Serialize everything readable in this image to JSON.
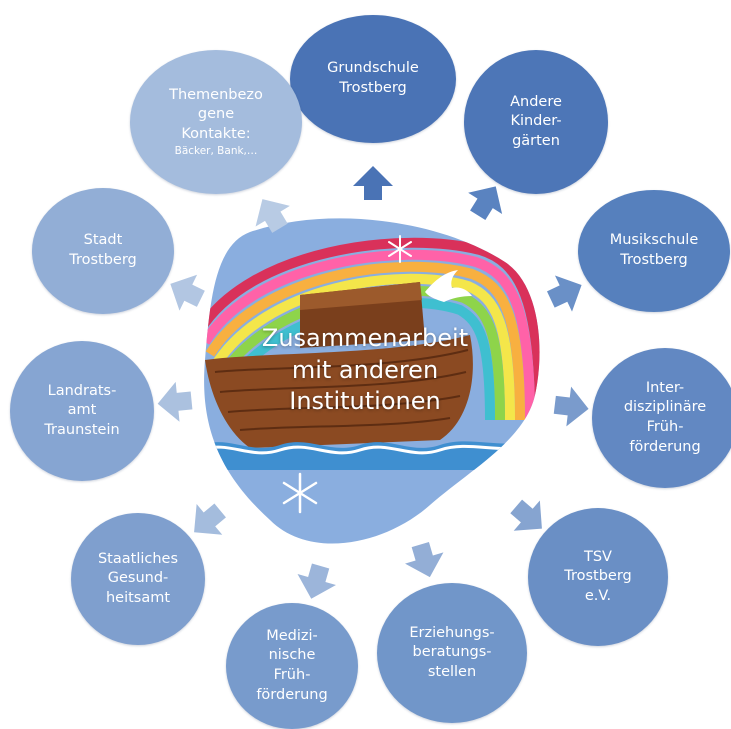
{
  "center": {
    "title_lines": [
      "Zusammenarbeit",
      "mit anderen",
      "Institutionen"
    ]
  },
  "nodes": [
    {
      "id": "grundschule",
      "lines": [
        "Grundschule",
        "Trostberg"
      ],
      "color": "#4a73b5"
    },
    {
      "id": "andere-kindergaerten",
      "lines": [
        "Andere",
        "Kinder-",
        "gärten"
      ],
      "color": "#4d76b7"
    },
    {
      "id": "musikschule",
      "lines": [
        "Musikschule",
        "Trostberg"
      ],
      "color": "#5680bd"
    },
    {
      "id": "fruehfoerderung-interdisziplinaer",
      "lines": [
        "Inter-",
        "disziplinäre",
        "Früh-",
        "förderung"
      ],
      "color": "#6288c2"
    },
    {
      "id": "tsv",
      "lines": [
        "TSV",
        "Trostberg",
        "e.V."
      ],
      "color": "#6a8fc5"
    },
    {
      "id": "erziehungsberatung",
      "lines": [
        "Erziehungs-",
        "beratungs-",
        "stellen"
      ],
      "color": "#7196c9"
    },
    {
      "id": "medizinische-fruehfoerderung",
      "lines": [
        "Medizi-",
        "nische",
        "Früh-",
        "förderung"
      ],
      "color": "#789bcc"
    },
    {
      "id": "gesundheitsamt",
      "lines": [
        "Staatliches",
        "Gesund-",
        "heitsamt"
      ],
      "color": "#7f9fce"
    },
    {
      "id": "landratsamt",
      "lines": [
        "Landrats-",
        "amt",
        "Traunstein"
      ],
      "color": "#86a5d2"
    },
    {
      "id": "stadt",
      "lines": [
        "Stadt",
        "Trostberg"
      ],
      "color": "#92aed6"
    },
    {
      "id": "themenbezogene-kontakte",
      "lines": [
        "Themenbezo",
        "gene",
        "Kontakte:",
        "Bäcker, Bank,…"
      ],
      "color": "#a4bcdd"
    }
  ],
  "colors": {
    "arrow_dark": "#4a73b5",
    "arrow_light": "#b6c8e5",
    "center_blob": "#8aaedf",
    "ark_wood": "#8b4a22",
    "ark_wood_light": "#a65f30",
    "water": "#3f8fd0"
  },
  "icons": [
    "snowflake-icon",
    "dove-icon",
    "rainbow-icon",
    "ark-icon",
    "water-wave-icon"
  ]
}
